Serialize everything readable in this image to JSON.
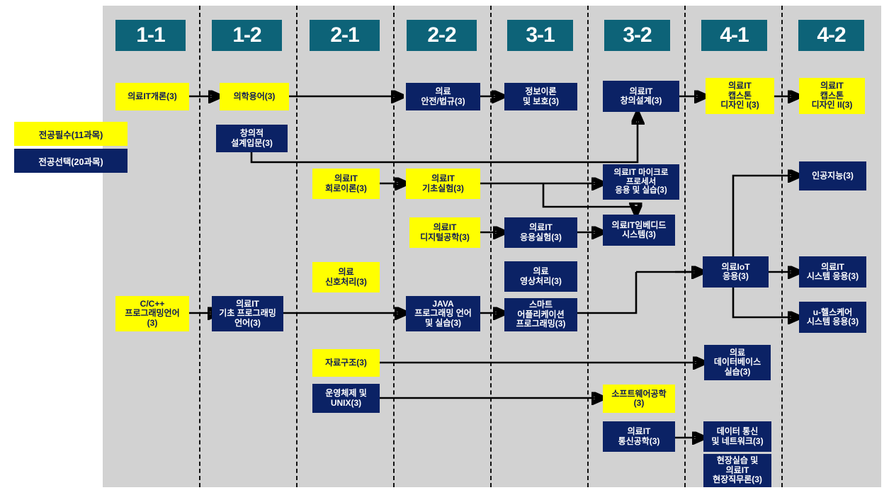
{
  "legend": {
    "required": "전공필수(11과목)",
    "elective": "전공선택(20과목)",
    "required_color": "#ffff00",
    "elective_color": "#0b2265"
  },
  "header": {
    "accent_color": "#0d6378",
    "semesters": [
      {
        "label": "1-1"
      },
      {
        "label": "1-2"
      },
      {
        "label": "2-1"
      },
      {
        "label": "2-2"
      },
      {
        "label": "3-1"
      },
      {
        "label": "3-2"
      },
      {
        "label": "4-1"
      },
      {
        "label": "4-2"
      }
    ]
  },
  "courses": [
    {
      "id": "c1",
      "label": "의료IT개론(3)",
      "type": "required",
      "semester": "1-1",
      "fs": 12
    },
    {
      "id": "c2",
      "label": "C/C++\n프로그래밍언어\n(3)",
      "type": "required",
      "semester": "1-1",
      "fs": 12
    },
    {
      "id": "c3",
      "label": "의학용어(3)",
      "type": "required",
      "semester": "1-2",
      "fs": 12
    },
    {
      "id": "c4",
      "label": "창의적\n설계입문(3)",
      "type": "elective",
      "semester": "1-2",
      "fs": 12
    },
    {
      "id": "c5",
      "label": "의료IT\n기초 프로그래밍\n언어(3)",
      "type": "elective",
      "semester": "1-2",
      "fs": 12
    },
    {
      "id": "c6",
      "label": "의료IT\n회로이론(3)",
      "type": "required",
      "semester": "2-1",
      "fs": 12
    },
    {
      "id": "c7",
      "label": "의료IT\n디지털공학(3)",
      "type": "required",
      "semester": "2-1",
      "fs": 12
    },
    {
      "id": "c8",
      "label": "의료\n신호처리(3)",
      "type": "required",
      "semester": "2-1",
      "fs": 12
    },
    {
      "id": "c9",
      "label": "자료구조(3)",
      "type": "required",
      "semester": "2-1",
      "fs": 12
    },
    {
      "id": "c10",
      "label": "운영체제 및\nUNIX(3)",
      "type": "elective",
      "semester": "2-1",
      "fs": 12
    },
    {
      "id": "c11",
      "label": "의료\n안전/법규(3)",
      "type": "elective",
      "semester": "2-2",
      "fs": 12
    },
    {
      "id": "c12",
      "label": "의료IT\n기초실험(3)",
      "type": "required",
      "semester": "2-2",
      "fs": 12
    },
    {
      "id": "c13",
      "label": "JAVA\n프로그래밍 언어\n및 실습(3)",
      "type": "elective",
      "semester": "2-2",
      "fs": 12
    },
    {
      "id": "c14",
      "label": "정보이론\n및 보호(3)",
      "type": "elective",
      "semester": "3-1",
      "fs": 12
    },
    {
      "id": "c15",
      "label": "의료IT\n응용실험(3)",
      "type": "elective",
      "semester": "3-1",
      "fs": 12
    },
    {
      "id": "c16",
      "label": "의료\n영상처리(3)",
      "type": "elective",
      "semester": "3-1",
      "fs": 12
    },
    {
      "id": "c17",
      "label": "스마트\n어플리케이션\n프로그래밍(3)",
      "type": "elective",
      "semester": "3-1",
      "fs": 12
    },
    {
      "id": "c18",
      "label": "의료IT\n창의설계(3)",
      "type": "elective",
      "semester": "3-2",
      "fs": 12
    },
    {
      "id": "c19",
      "label": "의료IT 마이크로\n프로세서\n응용 및 실습(3)",
      "type": "elective",
      "semester": "3-2",
      "fs": 11.5
    },
    {
      "id": "c20",
      "label": "의료IT임베디드\n시스템(3)",
      "type": "elective",
      "semester": "3-2",
      "fs": 12
    },
    {
      "id": "c21",
      "label": "소프트웨어공학\n(3)",
      "type": "required",
      "semester": "3-2",
      "fs": 12
    },
    {
      "id": "c22",
      "label": "의료IT\n통신공학(3)",
      "type": "elective",
      "semester": "3-2",
      "fs": 12
    },
    {
      "id": "c23",
      "label": "의료IT\n캡스톤\n디자인 I(3)",
      "type": "required",
      "semester": "4-1",
      "fs": 12
    },
    {
      "id": "c24",
      "label": "의료IoT\n응용(3)",
      "type": "elective",
      "semester": "4-1",
      "fs": 12
    },
    {
      "id": "c25",
      "label": "의료\n데이터베이스\n실습(3)",
      "type": "elective",
      "semester": "4-1",
      "fs": 12
    },
    {
      "id": "c26",
      "label": "데이터 통신\n및 네트워크(3)",
      "type": "elective",
      "semester": "4-1",
      "fs": 12
    },
    {
      "id": "c27",
      "label": "현장실습 및\n의료IT\n현장직무론(3)",
      "type": "elective",
      "semester": "4-1",
      "fs": 12
    },
    {
      "id": "c28",
      "label": "의료IT\n캡스톤\n디자인 II(3)",
      "type": "required",
      "semester": "4-2",
      "fs": 12
    },
    {
      "id": "c29",
      "label": "인공지능(3)",
      "type": "elective",
      "semester": "4-2",
      "fs": 12
    },
    {
      "id": "c30",
      "label": "의료IT\n시스템 응용(3)",
      "type": "elective",
      "semester": "4-2",
      "fs": 12
    },
    {
      "id": "c31",
      "label": "u-헬스케어\n시스템 응용(3)",
      "type": "elective",
      "semester": "4-2",
      "fs": 12
    }
  ],
  "connections": [
    {
      "from": "c1",
      "to": "c3"
    },
    {
      "from": "c3",
      "to": "c11"
    },
    {
      "from": "c11",
      "to": "c14"
    },
    {
      "from": "c4",
      "to": "c18"
    },
    {
      "from": "c18",
      "to": "c23"
    },
    {
      "from": "c23",
      "to": "c28"
    },
    {
      "from": "c6",
      "to": "c12"
    },
    {
      "from": "c12",
      "to": "c19"
    },
    {
      "from": "c12",
      "to": "c20"
    },
    {
      "from": "c7",
      "to": "c15"
    },
    {
      "from": "c15",
      "to": "c20"
    },
    {
      "from": "c20",
      "to": "c24"
    },
    {
      "from": "c2",
      "to": "c5"
    },
    {
      "from": "c5",
      "to": "c13"
    },
    {
      "from": "c13",
      "to": "c17"
    },
    {
      "from": "c17",
      "to": "c18"
    },
    {
      "from": "c9",
      "to": "c25"
    },
    {
      "from": "c10",
      "to": "c21"
    },
    {
      "from": "c22",
      "to": "c26"
    },
    {
      "from": "c24",
      "to": "c29"
    },
    {
      "from": "c24",
      "to": "c30"
    },
    {
      "from": "c24",
      "to": "c31"
    }
  ]
}
